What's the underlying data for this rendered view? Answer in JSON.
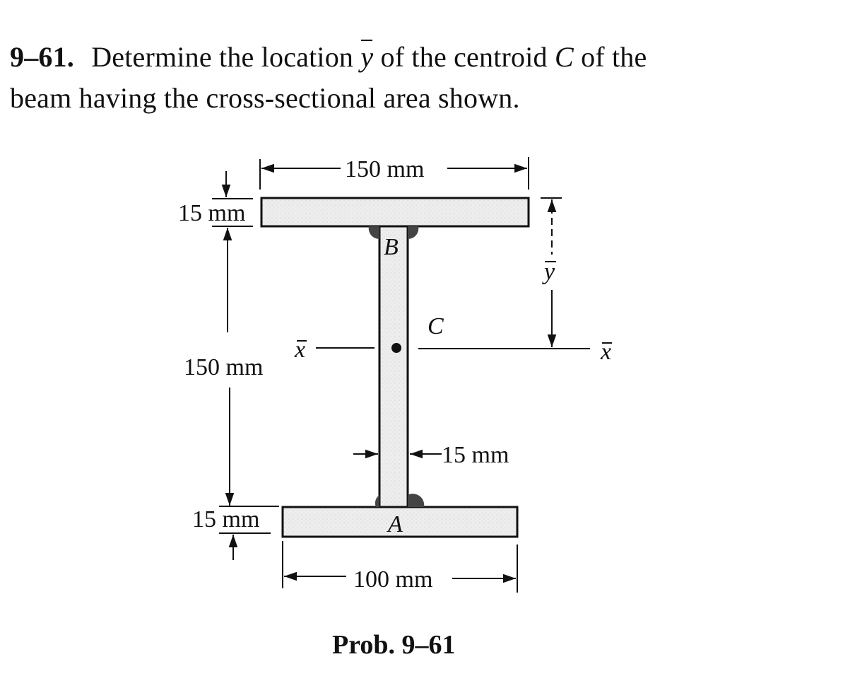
{
  "problem": {
    "number": "9–61.",
    "text_part1": "Determine the location",
    "symbol": "y",
    "text_part2": "of the centroid",
    "centroid_letter": "C",
    "text_part3": "of the",
    "line2": "beam having the cross-sectional area shown."
  },
  "figure": {
    "top_flange_width": "150 mm",
    "top_flange_thickness": "15 mm",
    "web_height": "150 mm",
    "web_thickness": "15 mm",
    "bottom_flange_thickness": "15 mm",
    "bottom_flange_width": "100 mm",
    "point_top": "B",
    "point_bottom": "A",
    "centroid": "C",
    "axis_label": "x",
    "ybar_label": "y"
  },
  "caption": "Prob. 9–61"
}
